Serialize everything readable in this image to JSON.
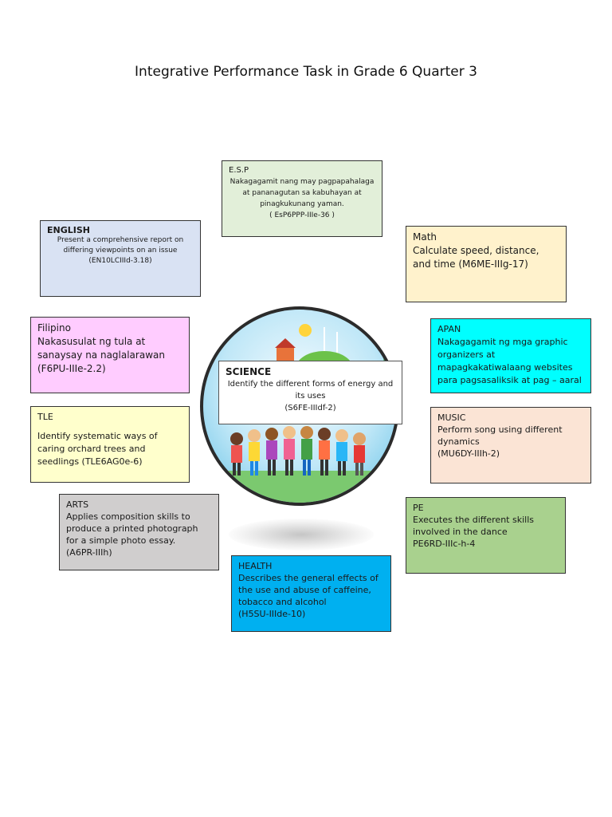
{
  "title": "Integrative Performance Task in Grade 6 Quarter 3",
  "esp": {
    "heading": "E.S.P",
    "body": "Nakagagamit nang may pagpapahalaga at pananagutan sa kabuhayan at pinagkukunang yaman.",
    "code": "( EsP6PPP-IIIe-36 )"
  },
  "english": {
    "heading": "ENGLISH",
    "body": "Present a comprehensive report on differing viewpoints on an issue",
    "code": "(EN10LCIIId-3.18)"
  },
  "math": {
    "heading": "Math",
    "body": "Calculate speed, distance, and time (M6ME-IIIg-17)"
  },
  "filipino": {
    "heading": "Filipino",
    "body": "Nakasusulat ng tula at sanaysay na naglalarawan",
    "code": "(F6PU-IIIe-2.2)"
  },
  "apan": {
    "heading": "APAN",
    "body": "Nakagagamit ng mga graphic organizers at mapagkakatiwalaang websites para pagsasaliksik at pag – aaral"
  },
  "science": {
    "heading": "SCIENCE",
    "body": "Identify the different forms of energy and its uses",
    "code": "(S6FE-IIIdf-2)"
  },
  "tle": {
    "heading": "TLE",
    "body": "Identify systematic ways of caring orchard trees and seedlings (TLE6AG0e-6)"
  },
  "music": {
    "heading": "MUSIC",
    "body": "Perform song using different dynamics",
    "code": "(MU6DY-IIIh-2)"
  },
  "arts": {
    "heading": "ARTS",
    "body": "Applies composition skills to produce a printed photograph for a simple photo essay.",
    "code": "(A6PR-IIIh)"
  },
  "pe": {
    "heading": "PE",
    "body": "Executes the different skills involved in the dance",
    "code": "PE6RD-IIIc-h-4"
  },
  "health": {
    "heading": "HEALTH",
    "body": "Describes the general effects of the use and abuse of caffeine, tobacco and alcohol",
    "code": "(H5SU-IIIde-10)"
  },
  "colors": {
    "esp": "#e2efd9",
    "english": "#d9e2f3",
    "math": "#fff2cc",
    "filipino": "#ffccff",
    "apan": "#00ffff",
    "tle": "#ffffcc",
    "music": "#fbe4d5",
    "arts": "#d0cece",
    "pe": "#a9d18e",
    "health": "#00b0f0"
  }
}
